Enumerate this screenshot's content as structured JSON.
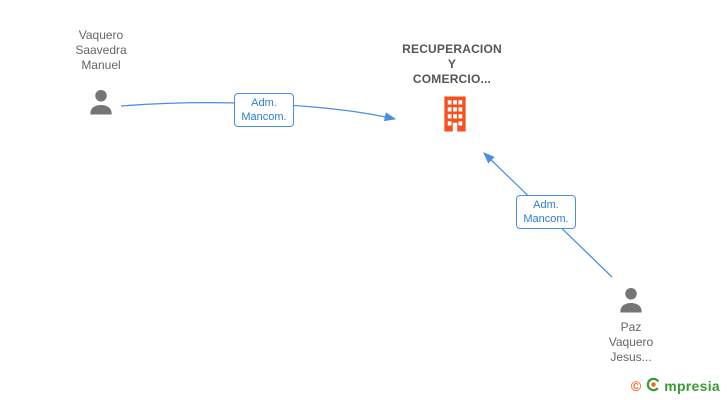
{
  "nodes": {
    "person1": {
      "lines": [
        "Vaquero",
        "Saavedra",
        "Manuel"
      ]
    },
    "company": {
      "lines": [
        "RECUPERACION",
        "Y",
        "COMERCIO..."
      ]
    },
    "person2": {
      "lines": [
        "Paz",
        "Vaquero",
        "Jesus..."
      ]
    }
  },
  "edges": [
    {
      "label_line1": "Adm.",
      "label_line2": "Mancom."
    },
    {
      "label_line1": "Adm.",
      "label_line2": "Mancom."
    }
  ],
  "footer": {
    "copyright_symbol": "©",
    "brand_text": "mpresia"
  },
  "colors": {
    "arrow": "#4a90e2",
    "edge_label_text": "#2a7cd4",
    "person_icon": "#757575",
    "building_icon": "#f4511e",
    "node_text": "#666666",
    "company_text": "#555555",
    "brand_green": "#3a9b35",
    "brand_orange": "#f26522"
  }
}
